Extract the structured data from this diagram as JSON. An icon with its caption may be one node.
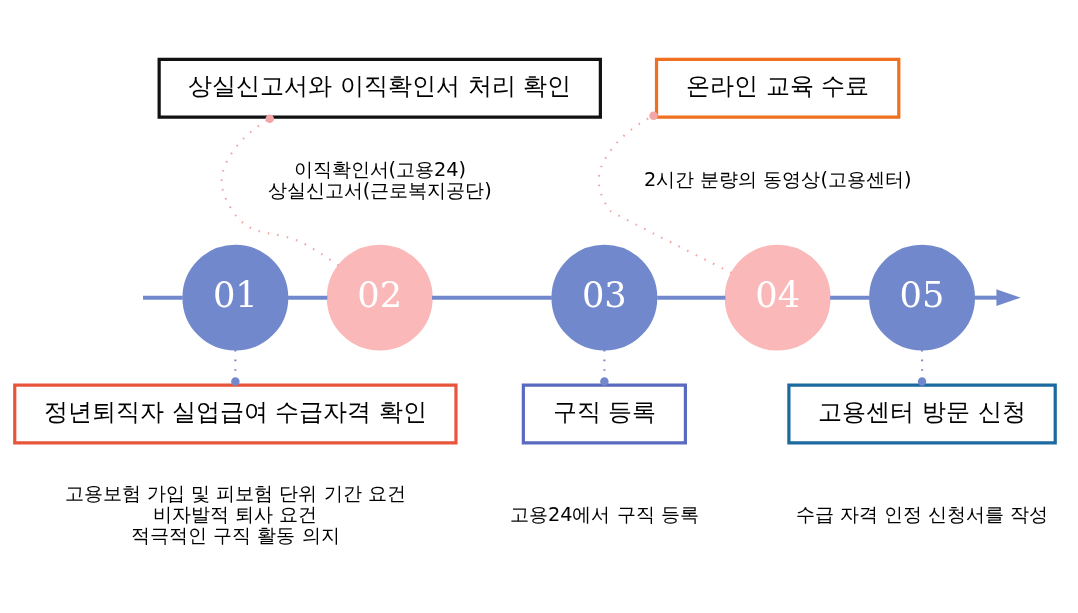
{
  "diagram": {
    "nodes": [
      {
        "text": [
          "01"
        ]
      },
      {
        "text": [
          "02"
        ]
      },
      {
        "text": [
          "03"
        ]
      },
      {
        "text": [
          "04"
        ]
      },
      {
        "text": [
          "05"
        ]
      },
      {
        "text": [
          "정년퇴직자 실업급여 수급자격 확인"
        ],
        "beside": [
          "고용보험 가입 및 피보험 단위 기간 요건",
          "비자발적 퇴사 요건",
          "적극적인 구직 활동 의지"
        ]
      },
      {
        "text": [
          "상실신고서와 이직확인서 처리 확인"
        ],
        "beside": [
          "이직확인서(고용24)",
          "상실신고서(근로복지공단)"
        ]
      },
      {
        "text": [
          "구직 등록"
        ],
        "beside": [
          "고용24에서 구직 등록"
        ]
      },
      {
        "text": [
          "온라인 교육 수료"
        ],
        "beside": [
          "2시간 분량의 동영상(고용센터)"
        ]
      },
      {
        "text": [
          "고용센터 방문 신청"
        ],
        "beside": [
          "수급 자격 인정 신청서를 작성"
        ]
      }
    ],
    "edges": [
      {
        "from": null,
        "to": 0,
        "arrow": "none"
      },
      {
        "from": 0,
        "to": 1,
        "arrow": "none"
      },
      {
        "from": 1,
        "to": 2,
        "arrow": "none"
      },
      {
        "from": 2,
        "to": 3,
        "arrow": "none"
      },
      {
        "from": 3,
        "to": 4,
        "arrow": "none"
      },
      {
        "from": 4,
        "to": null,
        "arrow": "to"
      },
      {
        "from": 0,
        "to": 5,
        "arrow": "other",
        "style": "dashed"
      },
      {
        "from": 1,
        "to": 6,
        "arrow": "other",
        "style": "dashed",
        "color": "#f4a6a6"
      },
      {
        "from": 2,
        "to": 7,
        "arrow": "other",
        "style": "dashed"
      },
      {
        "from": 3,
        "to": 8,
        "arrow": "other",
        "style": "dashed",
        "color": "#f4a6a6"
      },
      {
        "from": 4,
        "to": 9,
        "arrow": "other",
        "style": "dashed"
      }
    ]
  }
}
